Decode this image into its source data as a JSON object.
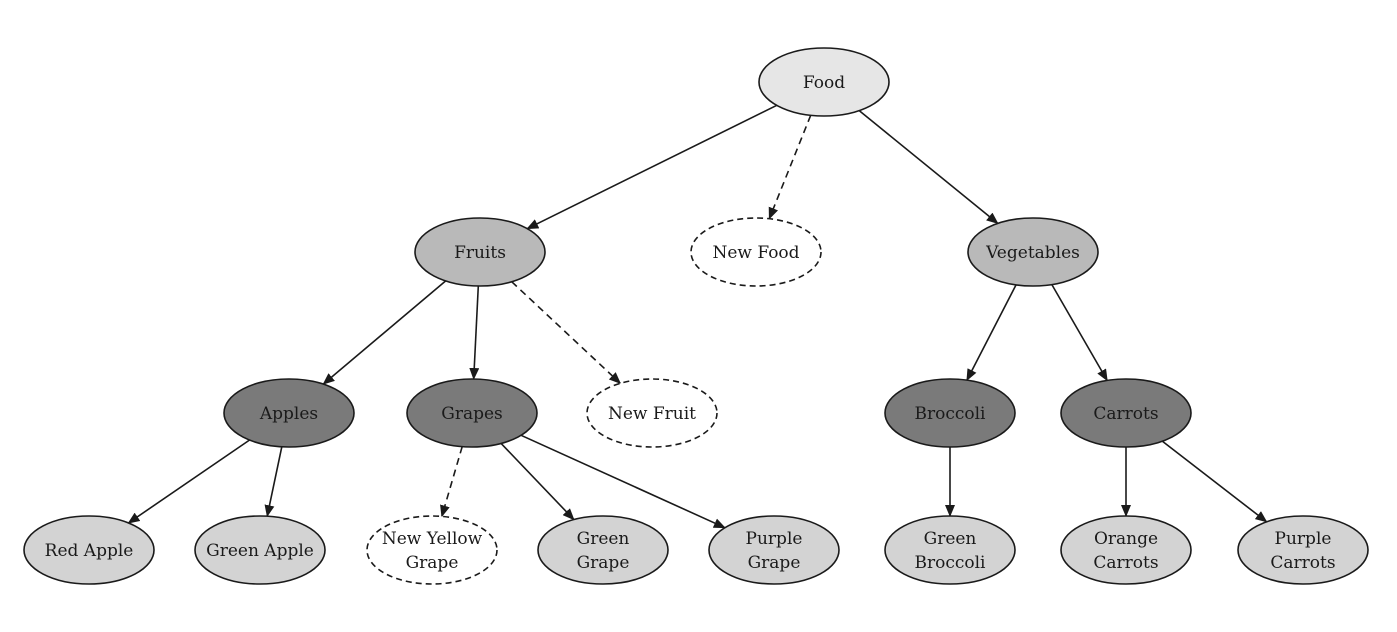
{
  "colors": {
    "level0": "#e6e6e6",
    "level1": "#b9b9b9",
    "level2": "#7a7a7a",
    "level3": "#d3d3d3",
    "placeholder": "#ffffff",
    "stroke": "#1a1a1a"
  },
  "nodes": [
    {
      "id": "food",
      "lines": [
        "Food"
      ],
      "level": 0,
      "style": "solid"
    },
    {
      "id": "fruits",
      "lines": [
        "Fruits"
      ],
      "level": 1,
      "style": "solid"
    },
    {
      "id": "new-food",
      "lines": [
        "New Food"
      ],
      "level": 1,
      "style": "dashed"
    },
    {
      "id": "vegetables",
      "lines": [
        "Vegetables"
      ],
      "level": 1,
      "style": "solid"
    },
    {
      "id": "apples",
      "lines": [
        "Apples"
      ],
      "level": 2,
      "style": "solid"
    },
    {
      "id": "grapes",
      "lines": [
        "Grapes"
      ],
      "level": 2,
      "style": "solid"
    },
    {
      "id": "new-fruit",
      "lines": [
        "New Fruit"
      ],
      "level": 2,
      "style": "dashed"
    },
    {
      "id": "broccoli",
      "lines": [
        "Broccoli"
      ],
      "level": 2,
      "style": "solid"
    },
    {
      "id": "carrots",
      "lines": [
        "Carrots"
      ],
      "level": 2,
      "style": "solid"
    },
    {
      "id": "red-apple",
      "lines": [
        "Red Apple"
      ],
      "level": 3,
      "style": "solid"
    },
    {
      "id": "green-apple",
      "lines": [
        "Green Apple"
      ],
      "level": 3,
      "style": "solid"
    },
    {
      "id": "new-yellow-grape",
      "lines": [
        "New Yellow",
        "Grape"
      ],
      "level": 3,
      "style": "dashed"
    },
    {
      "id": "green-grape",
      "lines": [
        "Green",
        "Grape"
      ],
      "level": 3,
      "style": "solid"
    },
    {
      "id": "purple-grape",
      "lines": [
        "Purple",
        "Grape"
      ],
      "level": 3,
      "style": "solid"
    },
    {
      "id": "green-broccoli",
      "lines": [
        "Green",
        "Broccoli"
      ],
      "level": 3,
      "style": "solid"
    },
    {
      "id": "orange-carrots",
      "lines": [
        "Orange",
        "Carrots"
      ],
      "level": 3,
      "style": "solid"
    },
    {
      "id": "purple-carrots",
      "lines": [
        "Purple",
        "Carrots"
      ],
      "level": 3,
      "style": "solid"
    }
  ],
  "edges": [
    {
      "from": "food",
      "to": "fruits",
      "style": "solid"
    },
    {
      "from": "food",
      "to": "new-food",
      "style": "dashed"
    },
    {
      "from": "food",
      "to": "vegetables",
      "style": "solid"
    },
    {
      "from": "fruits",
      "to": "apples",
      "style": "solid"
    },
    {
      "from": "fruits",
      "to": "grapes",
      "style": "solid"
    },
    {
      "from": "fruits",
      "to": "new-fruit",
      "style": "dashed"
    },
    {
      "from": "vegetables",
      "to": "broccoli",
      "style": "solid"
    },
    {
      "from": "vegetables",
      "to": "carrots",
      "style": "solid"
    },
    {
      "from": "apples",
      "to": "red-apple",
      "style": "solid"
    },
    {
      "from": "apples",
      "to": "green-apple",
      "style": "solid"
    },
    {
      "from": "grapes",
      "to": "new-yellow-grape",
      "style": "dashed"
    },
    {
      "from": "grapes",
      "to": "green-grape",
      "style": "solid"
    },
    {
      "from": "grapes",
      "to": "purple-grape",
      "style": "solid"
    },
    {
      "from": "broccoli",
      "to": "green-broccoli",
      "style": "solid"
    },
    {
      "from": "carrots",
      "to": "orange-carrots",
      "style": "solid"
    },
    {
      "from": "carrots",
      "to": "purple-carrots",
      "style": "solid"
    }
  ]
}
